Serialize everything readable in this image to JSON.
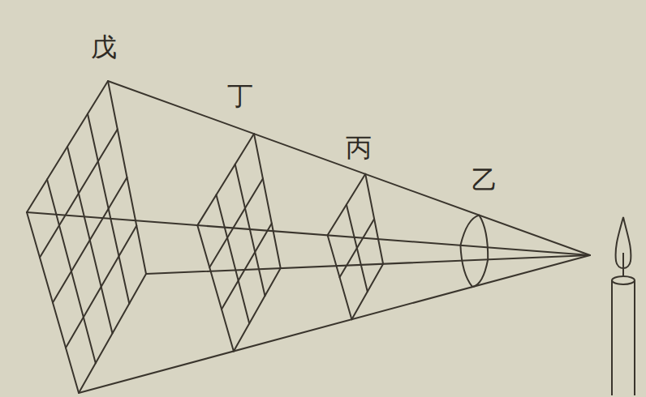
{
  "diagram": {
    "labels": [
      "戊",
      "丁",
      "丙",
      "乙"
    ]
  }
}
